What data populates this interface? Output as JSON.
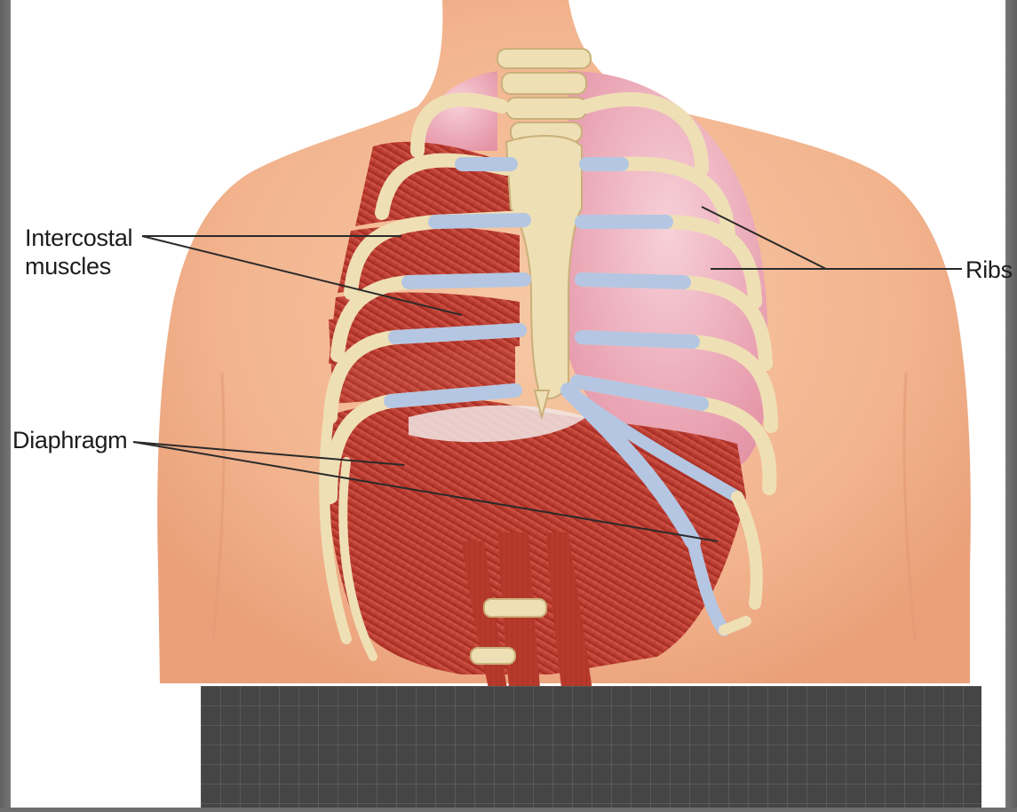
{
  "labels": {
    "intercostal_line1": "Intercostal",
    "intercostal_line2": "muscles",
    "diaphragm": "Diaphragm",
    "ribs": "Ribs"
  },
  "colors": {
    "frame": "#6e6e6e",
    "background": "#ffffff",
    "skin": "#f2b48e",
    "bone": "#efdfb5",
    "cartilage": "#b4c6e2",
    "muscle": "#b83a2c",
    "lung": "#eaa5b3",
    "panel": "#454545"
  }
}
